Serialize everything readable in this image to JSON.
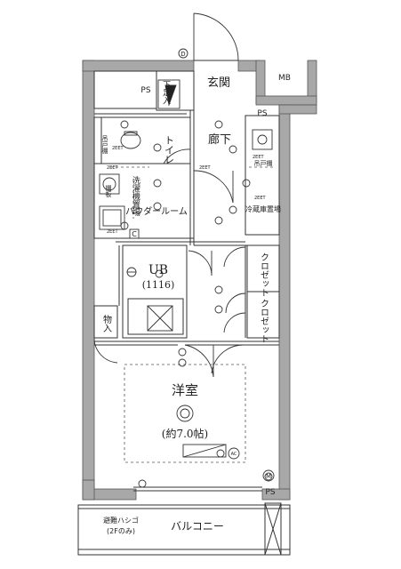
{
  "rooms": {
    "genkan": "玄関",
    "shitasokunyu": "下足入",
    "ps_top": "PS",
    "mb": "MB",
    "ps_right": "PS",
    "toilet": "トイレ",
    "rouka": "廊下",
    "powder": "パウダールーム",
    "sentakuki": "洗濯機置場",
    "tana": "棚板",
    "reizoko": "冷蔵庫置場",
    "tsuritodana_1": "吊戸棚",
    "tsuritodana_2": "吊戸棚",
    "ub": "UB",
    "ub_size": "(1116)",
    "closet_1": "クロゼット",
    "closet_2": "クロゼット",
    "monoire": "物入",
    "youshitsu": "洋室",
    "youshitsu_size": "(約7.0帖)",
    "ps_bottom": "PS",
    "balcony": "バルコニー",
    "hinan": "避難ハシゴ",
    "hinan_note": "(2Fのみ)"
  },
  "symbols": {
    "door_d": "D",
    "c_mark": "C",
    "m_mark": "M",
    "ac_mark": "AC",
    "e_labels": [
      "2EET",
      "2EET",
      "2EET",
      "2EET",
      "2EET",
      "2EET"
    ]
  }
}
